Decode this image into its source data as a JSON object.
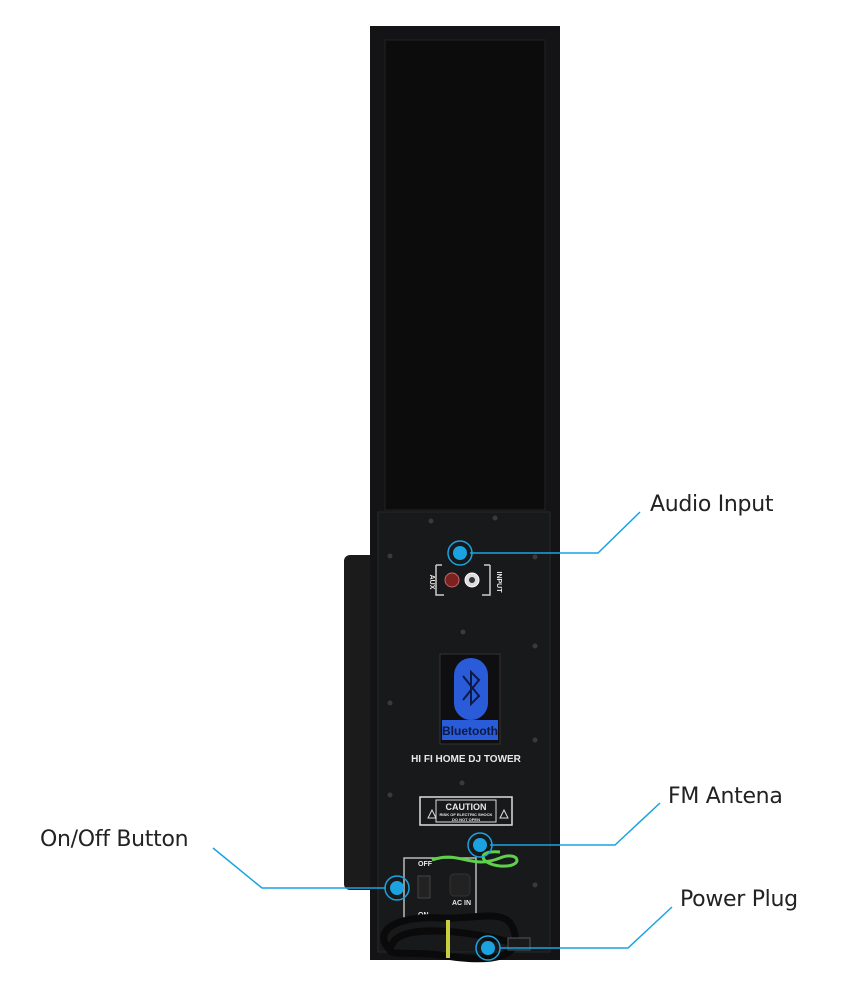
{
  "product": {
    "model_label": "HI FI HOME DJ TOWER",
    "bluetooth_label": "Bluetooth",
    "caution_title": "CAUTION",
    "caution_line1": "RISK OF ELECTRIC SHOCK",
    "caution_line2": "DO NOT OPEN",
    "aux_label": "AUX",
    "input_label": "INPUT",
    "switch_off_label": "OFF",
    "switch_on_label": "ON",
    "ac_in_label": "AC IN"
  },
  "callouts": [
    {
      "label": "Audio Input"
    },
    {
      "label": "FM Antena"
    },
    {
      "label": "On/Off Button"
    },
    {
      "label": "Power Plug"
    }
  ],
  "colors": {
    "callout_accent": "#1aa3e0",
    "cabinet": "#121315",
    "bluetooth_blue": "#2a5bd8",
    "antenna_green": "#5fd04a"
  },
  "icons": [
    "bluetooth-icon",
    "warning-triangle-icon"
  ]
}
